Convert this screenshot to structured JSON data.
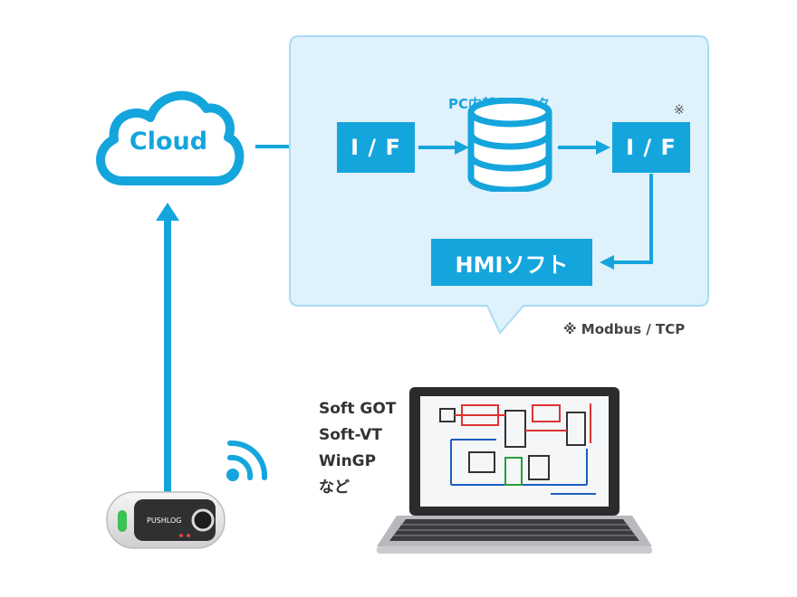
{
  "panel": {
    "title": "PC内部レジスタ",
    "if_left_label": "I / F",
    "if_right_label": "I / F",
    "hmi_label": "HMIソフト",
    "note_mark": "※",
    "note_text": "※ Modbus / TCP"
  },
  "cloud": {
    "label": "Cloud"
  },
  "software_list": [
    "Soft GOT",
    "Soft-VT",
    "WinGP",
    "など"
  ],
  "device": {
    "brand_text": "PUSHLOG"
  },
  "colors": {
    "accent": "#15a5dd",
    "panel_fill": "#dff1fb",
    "panel_border": "#a9dbf3"
  }
}
